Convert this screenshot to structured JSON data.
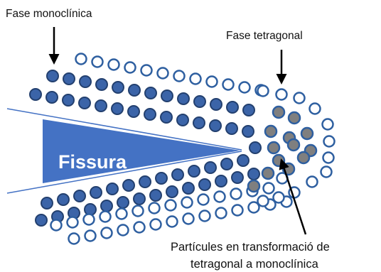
{
  "labels": {
    "monoclinic_phase": "Fase monoclínica",
    "tetragonal_phase": "Fase tetragonal",
    "crack": "Fissura",
    "transforming_line1": "Partícules en transformació de",
    "transforming_line2": "tetragonal a monoclínica"
  },
  "colors": {
    "crack_fill": "#4472C4",
    "monoclinic_fill": "#3B64A8",
    "monoclinic_stroke": "#23406F",
    "transforming_fill": "#7F7F7F",
    "tetragonal_stroke": "#2E5FA0",
    "tetragonal_fill": "#FFFFFF",
    "arrow": "#000000",
    "crack_text": "#FFFFFF"
  }
}
